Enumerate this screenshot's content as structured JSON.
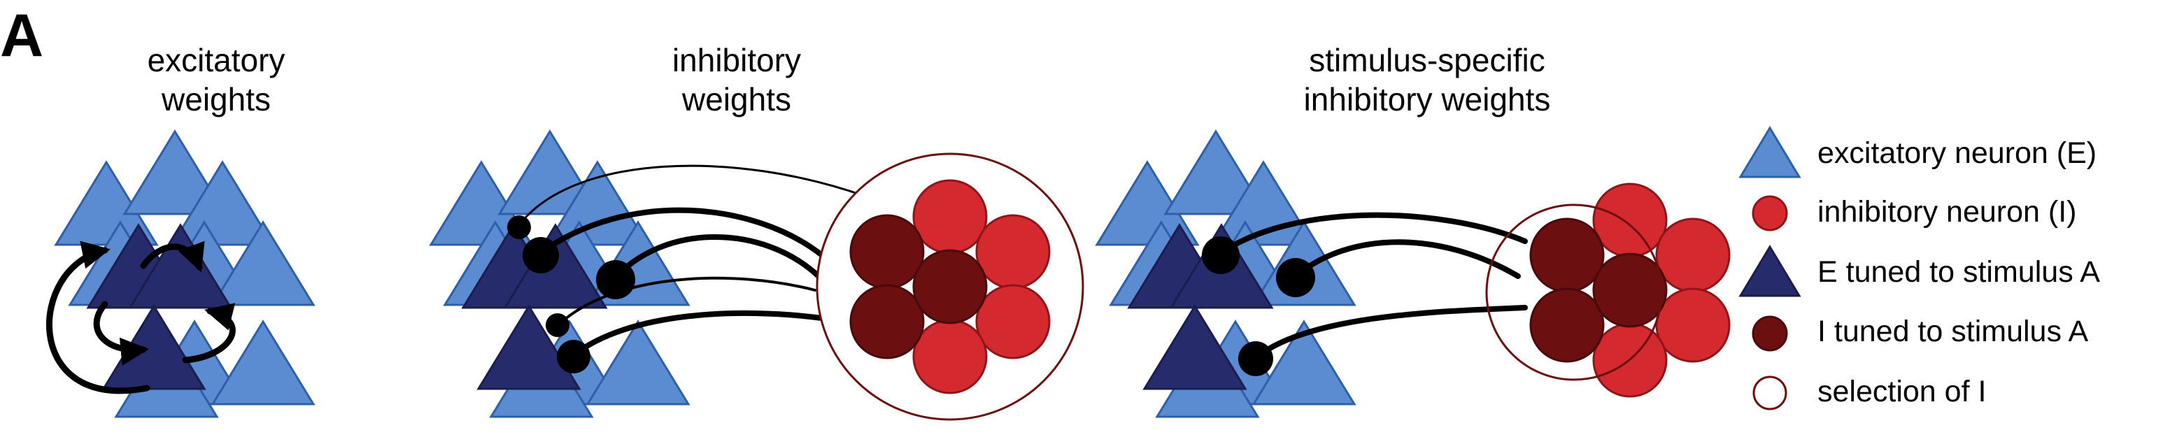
{
  "panel_label": "A",
  "panels": [
    {
      "title_line1": "excitatory",
      "title_line2": "weights"
    },
    {
      "title_line1": "inhibitory",
      "title_line2": "weights"
    },
    {
      "title_line1": "stimulus-specific",
      "title_line2": "inhibitory weights"
    }
  ],
  "legend": [
    {
      "label": "excitatory neuron (E)",
      "icon": "light-blue-triangle-icon"
    },
    {
      "label": "inhibitory neuron (I)",
      "icon": "red-circle-icon"
    },
    {
      "label": "E tuned to stimulus A",
      "icon": "dark-blue-triangle-icon"
    },
    {
      "label": "I tuned to stimulus A",
      "icon": "dark-red-circle-icon"
    },
    {
      "label": "selection of I",
      "icon": "open-circle-icon"
    }
  ],
  "colors": {
    "excitatory": "#5b8bd0",
    "excitatory_stroke": "#2f5fa6",
    "excitatory_tuned": "#262b6c",
    "inhibitory": "#d42a2f",
    "inhibitory_stroke": "#8e1519",
    "inhibitory_tuned": "#6b0f11",
    "connection": "#000000"
  }
}
